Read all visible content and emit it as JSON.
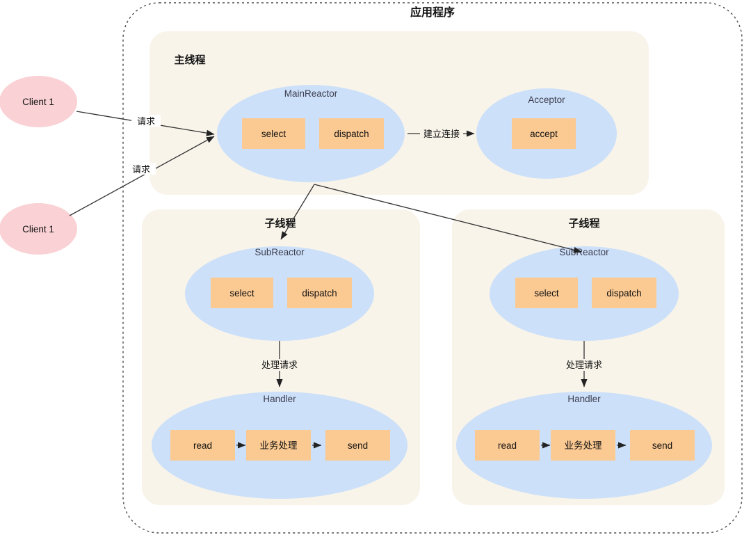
{
  "diagram": {
    "title": "应用程序",
    "colors": {
      "thread_box": "#f8f4ea",
      "reactor": "#cce0f9",
      "client": "#fad1d4",
      "op_box": "#fbc992",
      "edge": "#333333",
      "border": "#4a4a4a"
    },
    "clients": [
      {
        "label": "Client 1"
      },
      {
        "label": "Client 1"
      }
    ],
    "main_thread": {
      "title": "主线程",
      "main_reactor": {
        "label": "MainReactor",
        "ops": [
          "select",
          "dispatch"
        ]
      },
      "acceptor": {
        "label": "Acceptor",
        "ops": [
          "accept"
        ]
      }
    },
    "sub_threads": [
      {
        "title": "子线程",
        "sub_reactor": {
          "label": "SubReactor",
          "ops": [
            "select",
            "dispatch"
          ]
        },
        "handler": {
          "label": "Handler",
          "ops": [
            "read",
            "业务处理",
            "send"
          ]
        },
        "internal_edge_label": "处理请求"
      },
      {
        "title": "子线程",
        "sub_reactor": {
          "label": "SubReactor",
          "ops": [
            "select",
            "dispatch"
          ]
        },
        "handler": {
          "label": "Handler",
          "ops": [
            "read",
            "业务处理",
            "send"
          ]
        },
        "internal_edge_label": "处理请求"
      }
    ],
    "edges": {
      "client1_request": "请求",
      "client2_request": "请求",
      "establish_connection": "建立连接"
    }
  }
}
